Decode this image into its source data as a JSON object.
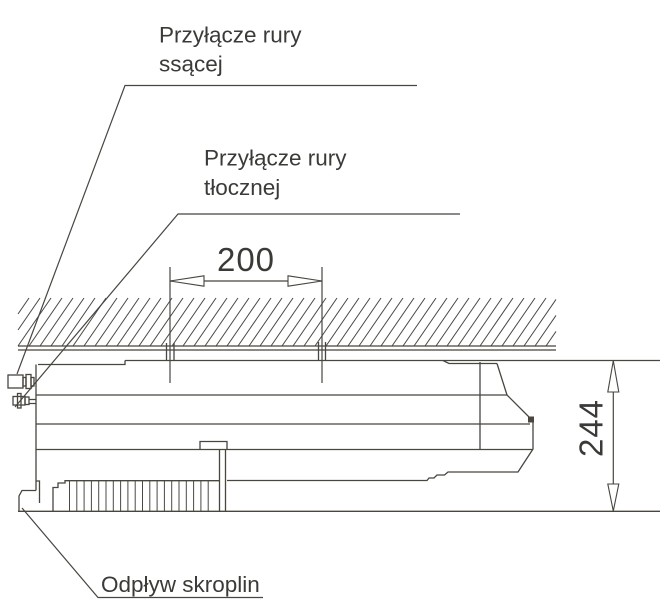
{
  "drawing": {
    "labels": {
      "suction_line1": "Przyłącze rury",
      "suction_line2": "ssącej",
      "discharge_line1": "Przyłącze rury",
      "discharge_line2": "tłocznej",
      "condensate": "Odpływ skroplin"
    },
    "dimensions": {
      "pipe_spacing_mm": "200",
      "unit_height_mm": "244"
    },
    "colors": {
      "line": "#49453f",
      "text": "#3b3a37",
      "background": "#ffffff"
    }
  }
}
